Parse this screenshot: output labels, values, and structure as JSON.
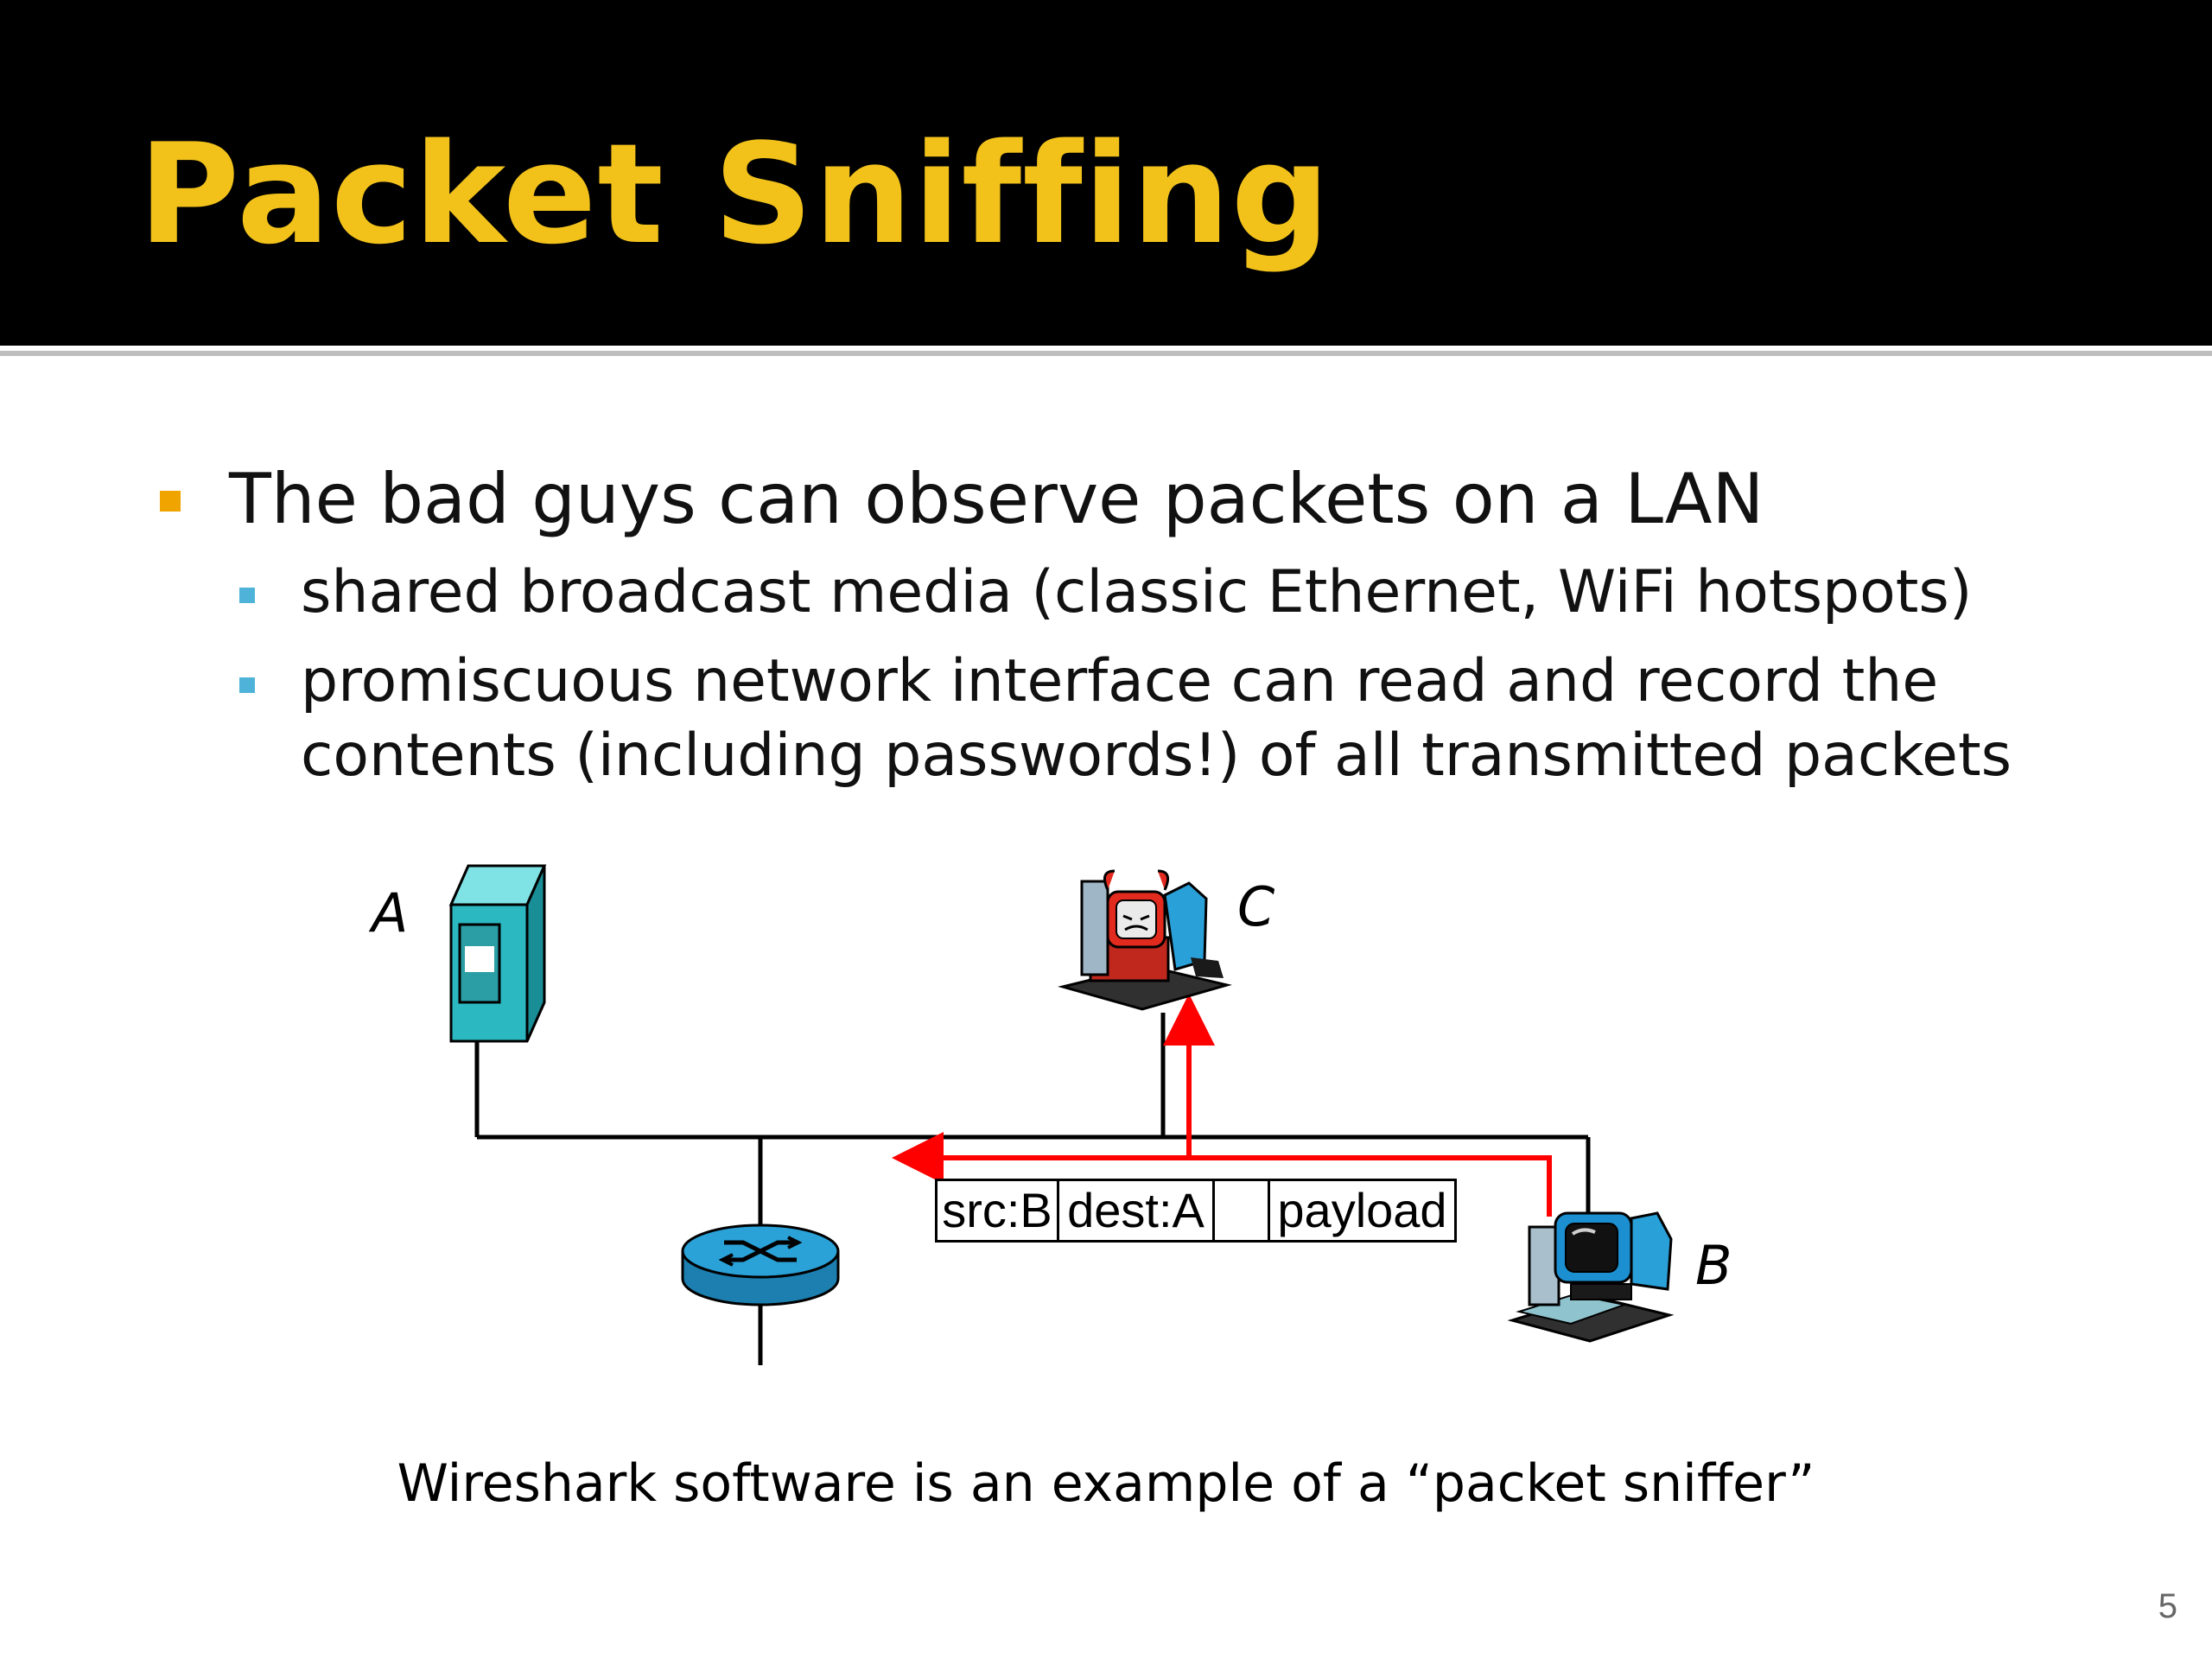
{
  "slide": {
    "title": "Packet Sniffing",
    "slide_number": "5",
    "colors": {
      "title_band": "#000000",
      "title_text": "#f2c21b",
      "bullet_level1": "#f0a400",
      "bullet_level2": "#4fb3d9",
      "sniff_path": "#ff0000"
    }
  },
  "bullets": [
    {
      "text": "The bad guys can observe packets on a LAN",
      "children": [
        {
          "lines": [
            "shared broadcast media (classic Ethernet, WiFi hotspots)"
          ]
        },
        {
          "lines": [
            "promiscuous network interface can read and record the",
            "contents (including passwords!) of all transmitted packets"
          ]
        }
      ]
    }
  ],
  "diagram": {
    "nodes": [
      {
        "label": "A",
        "icon": "server-tower-icon"
      },
      {
        "label": "C",
        "icon": "attacker-computer-icon"
      },
      {
        "label": "B",
        "icon": "desktop-computer-icon"
      },
      {
        "label": "",
        "icon": "router-icon"
      }
    ],
    "packet": {
      "fields": [
        "src:B",
        "dest:A",
        "",
        "payload"
      ]
    }
  },
  "caption": "Wireshark software is an example of a “packet sniffer”"
}
